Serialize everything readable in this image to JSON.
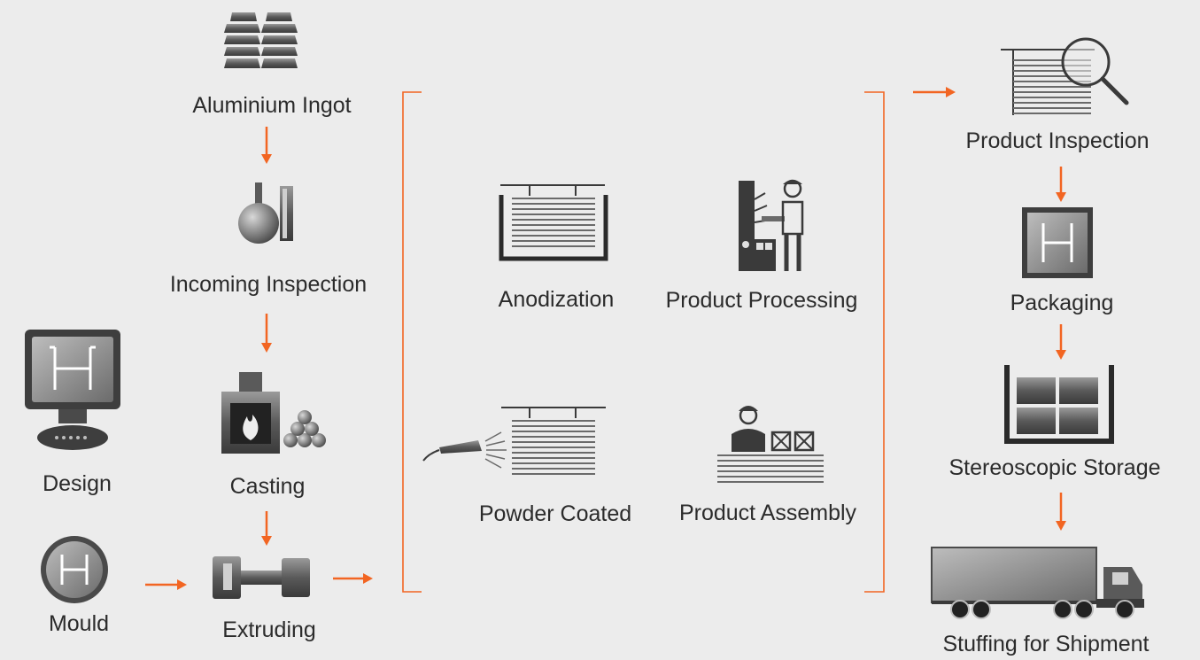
{
  "accent_color": "#f26522",
  "icon_color": "#4a4a4a",
  "steps": {
    "aluminium_ingot": {
      "label": "Aluminium Ingot",
      "icon": "ingot-stack-icon"
    },
    "incoming_inspection": {
      "label": "Incoming Inspection",
      "icon": "flask-icon"
    },
    "casting": {
      "label": "Casting",
      "icon": "furnace-icon"
    },
    "design": {
      "label": "Design",
      "icon": "computer-monitor-icon"
    },
    "mould": {
      "label": "Mould",
      "icon": "mould-icon"
    },
    "extruding": {
      "label": "Extruding",
      "icon": "extruder-icon"
    },
    "anodization": {
      "label": "Anodization",
      "icon": "anodizing-tank-icon"
    },
    "product_processing": {
      "label": "Product Processing",
      "icon": "machining-worker-icon"
    },
    "powder_coated": {
      "label": "Powder Coated",
      "icon": "spray-gun-icon"
    },
    "product_assembly": {
      "label": "Product Assembly",
      "icon": "assembly-worker-icon"
    },
    "product_inspection": {
      "label": "Product Inspection",
      "icon": "magnifier-icon"
    },
    "packaging": {
      "label": "Packaging",
      "icon": "package-box-icon"
    },
    "stereoscopic_storage": {
      "label": "Stereoscopic Storage",
      "icon": "storage-rack-icon"
    },
    "stuffing_for_shipment": {
      "label": "Stuffing for Shipment",
      "icon": "truck-icon"
    }
  }
}
